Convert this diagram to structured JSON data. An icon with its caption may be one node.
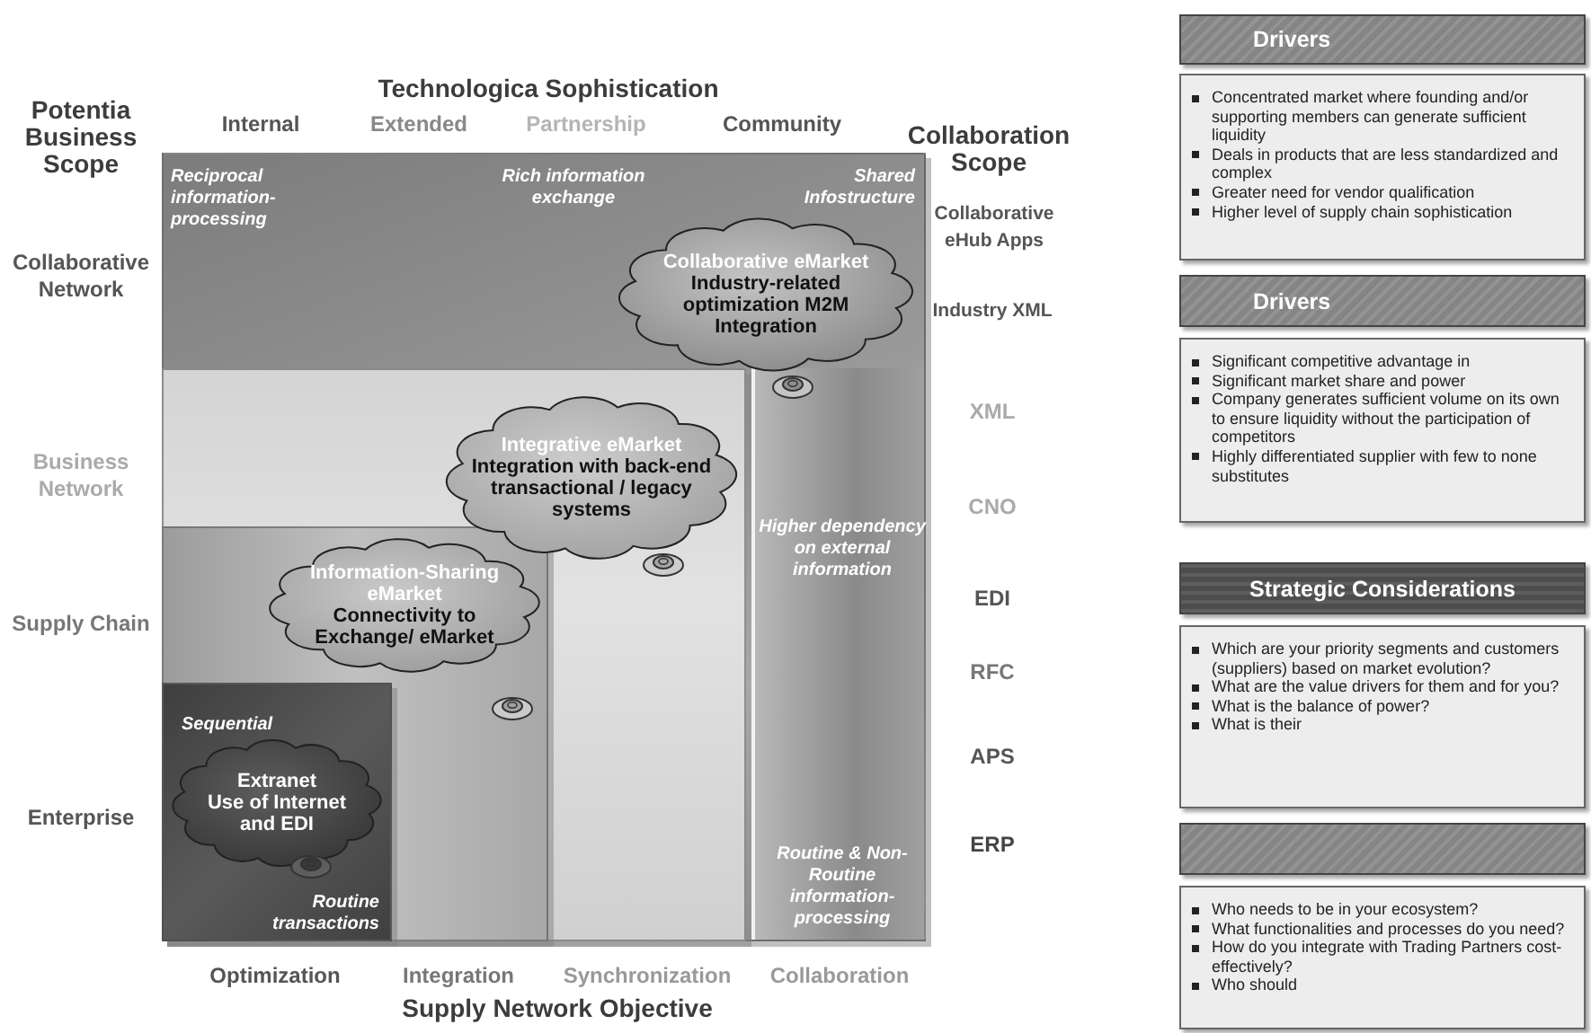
{
  "diagram": {
    "nodes": [
      {
        "text": [
          "Reciprocal information-processing",
          "Rich information exchange",
          "Shared Infostructure"
        ]
      },
      {
        "text": [
          "Collaborative eMarket",
          "Industry-related optimization M2M Integration"
        ],
        "in": 0
      },
      {
        "text": [
          "Higher dependency on external information",
          "Routine & Non-Routine information-processing"
        ],
        "in": 0
      },
      {
        "text": [],
        "shape": "box",
        "in": 0
      },
      {
        "text": [
          "Integrative eMarket",
          "Integration with back-end transactional / legacy systems"
        ],
        "in": 3
      },
      {
        "text": [],
        "shape": "box",
        "in": 3
      },
      {
        "text": [
          "Information-Sharing eMarket",
          "Connectivity to Exchange/ eMarket"
        ],
        "in": 5
      },
      {
        "text": [
          "Sequential",
          "Routine transactions"
        ],
        "in": 5
      },
      {
        "text": [
          "Extranet",
          "Use of Internet and EDI"
        ],
        "in": 7
      },
      {
        "text": [
          "Drivers"
        ]
      },
      {
        "text": [
          "Concentrated market where founding and/or supporting members can generate sufficient liquidity",
          "Deals in products that are less standardized and complex",
          "Greater need for vendor qualification",
          "Higher level of supply chain sophistication"
        ]
      },
      {
        "text": [
          "Drivers"
        ]
      },
      {
        "text": [
          "Significant competitive advantage in",
          "Significant market share and power",
          "Company generates sufficient volume on its own to ensure liquidity without the participation of competitors",
          "Highly differentiated supplier with few to none substitutes"
        ]
      },
      {
        "text": [
          "Strategic Considerations"
        ]
      },
      {
        "text": [
          "Which are your priority segments and customers (suppliers) based on market evolution?",
          "What are the value drivers for them and for you?",
          "What is the balance of power?",
          "What is their"
        ]
      },
      {
        "text": [],
        "shape": "bar"
      },
      {
        "text": [
          "Who needs to be in your ecosystem?",
          "What functionalities and processes do you need?",
          "How do you integrate with Trading Partners cost-effectively?",
          "Who should"
        ]
      }
    ],
    "labels": [
      "Technologica Sophistication",
      "Potentia Business Scope",
      "Internal",
      "Extended",
      "Partnership",
      "Community",
      "Collaboration Scope",
      "Collaborative eHub Apps",
      "Collaborative Network",
      "Industry XML",
      "XML",
      "Business Network",
      "CNO",
      "Supply Chain",
      "EDI",
      "RFC",
      "APS",
      "Enterprise",
      "ERP",
      "Optimization",
      "Integration",
      "Synchronization",
      "Collaboration",
      "Supply Network Objective"
    ]
  }
}
